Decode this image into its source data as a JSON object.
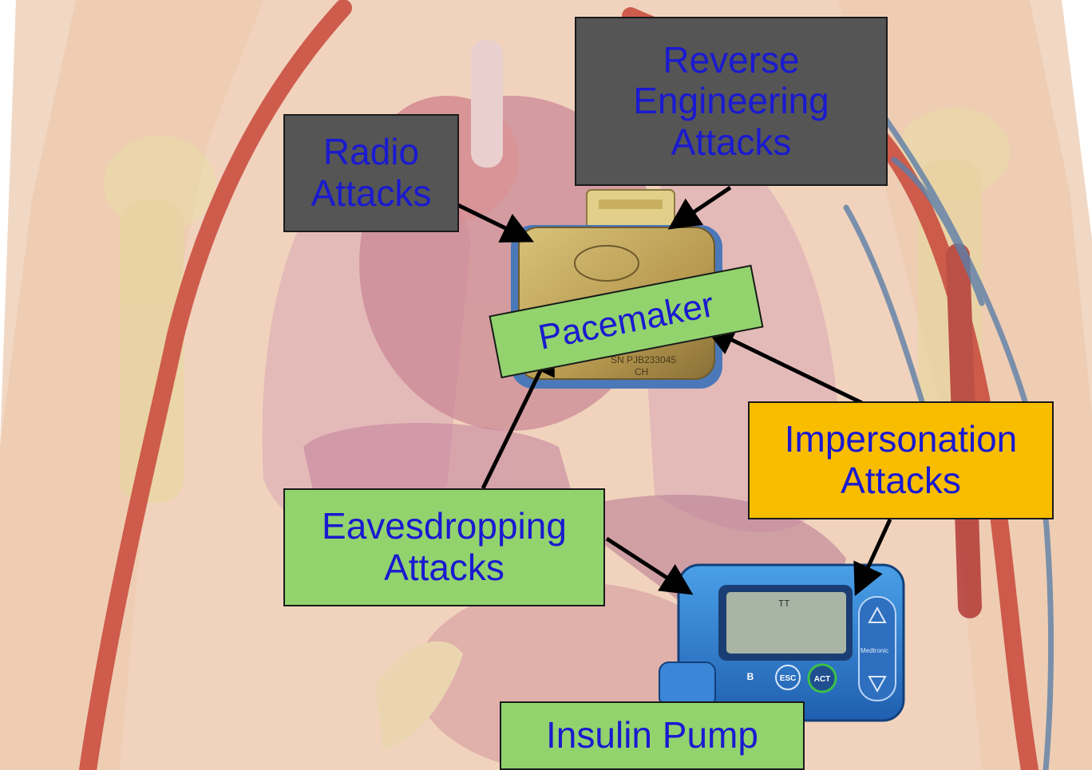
{
  "colors": {
    "skin": "#f3d6c0",
    "artery": "#c8473a",
    "vein": "#5d7fa8",
    "label_text": "#1a1ad0",
    "box_dark": "#555555",
    "box_green": "#92d36e",
    "box_orange": "#f9bd00",
    "arrow": "#000000"
  },
  "pacemaker_device": {
    "serial_text": "SN PJB233045",
    "code_text": "CH"
  },
  "insulin_pump_device": {
    "screen_text": "TT",
    "buttons": [
      "B",
      "ESC",
      "ACT"
    ],
    "side_text": "Medtronic"
  },
  "labels": {
    "radio": "Radio\nAttacks",
    "reverse": "Reverse\nEngineering\nAttacks",
    "pacemaker": "Pacemaker",
    "impersonation": "Impersonation\nAttacks",
    "eavesdropping": "Eavesdropping\nAttacks",
    "insulin_pump": "Insulin Pump"
  }
}
